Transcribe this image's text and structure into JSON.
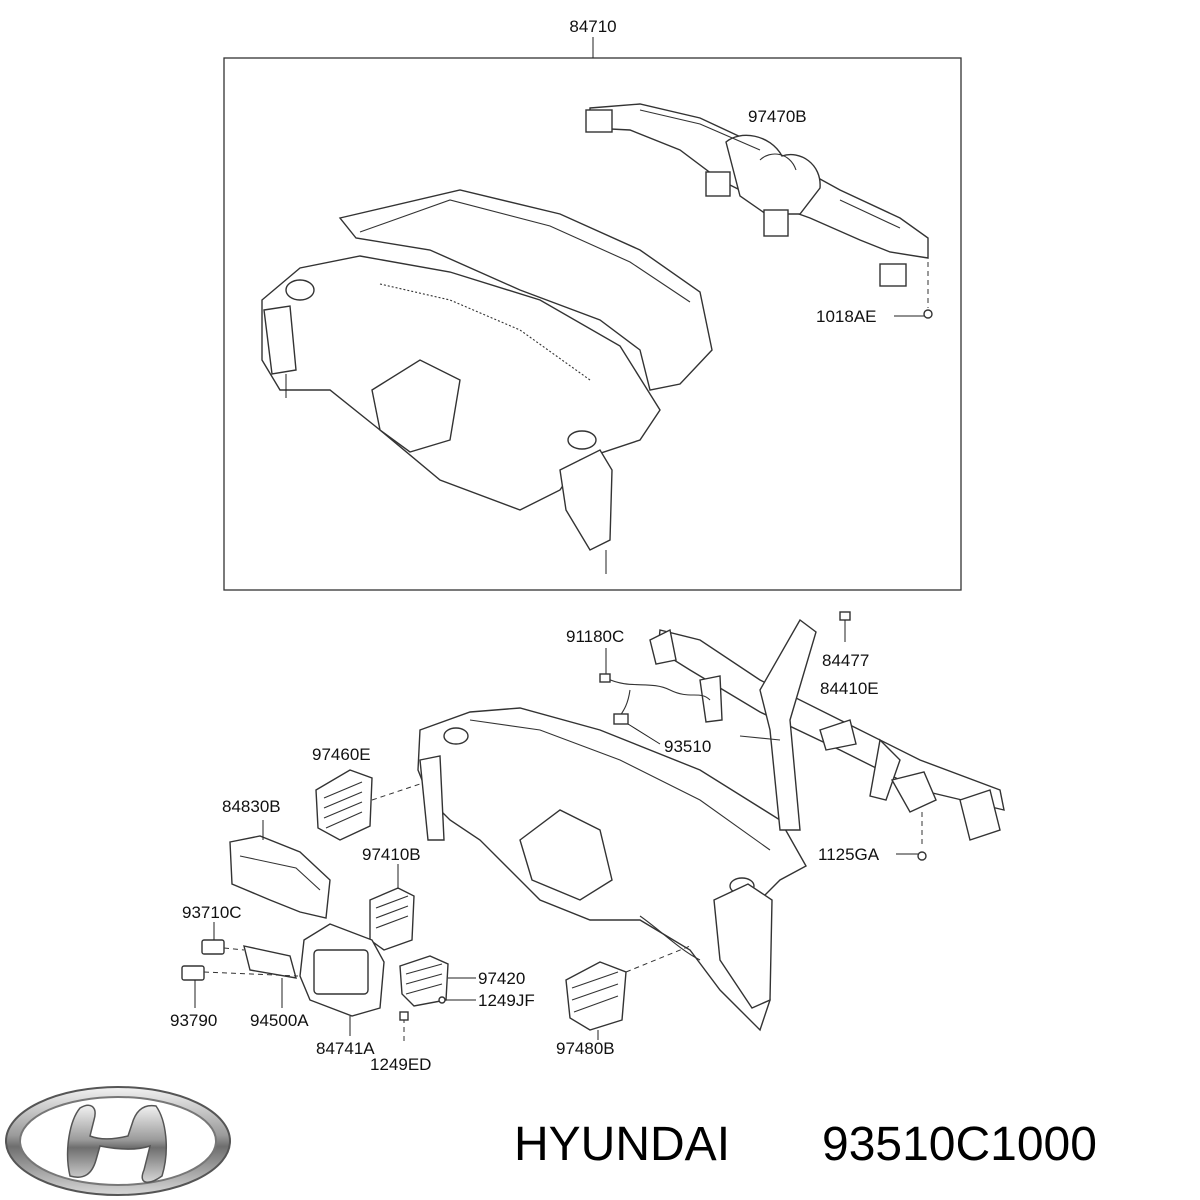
{
  "callouts": {
    "c84710": "84710",
    "c97470B": "97470B",
    "c1018AE": "1018AE",
    "c91180C": "91180C",
    "c84477": "84477",
    "c84410E": "84410E",
    "c93510": "93510",
    "c97460E": "97460E",
    "c84830B": "84830B",
    "c97410B": "97410B",
    "c93710C": "93710C",
    "c97420": "97420",
    "c1249JF": "1249JF",
    "c93790": "93790",
    "c94500A": "94500A",
    "c84741A": "84741A",
    "c97480B": "97480B",
    "c1249ED": "1249ED",
    "c1125GA": "1125GA"
  },
  "footer": {
    "brand": "HYUNDAI",
    "part_number": "93510C1000"
  }
}
